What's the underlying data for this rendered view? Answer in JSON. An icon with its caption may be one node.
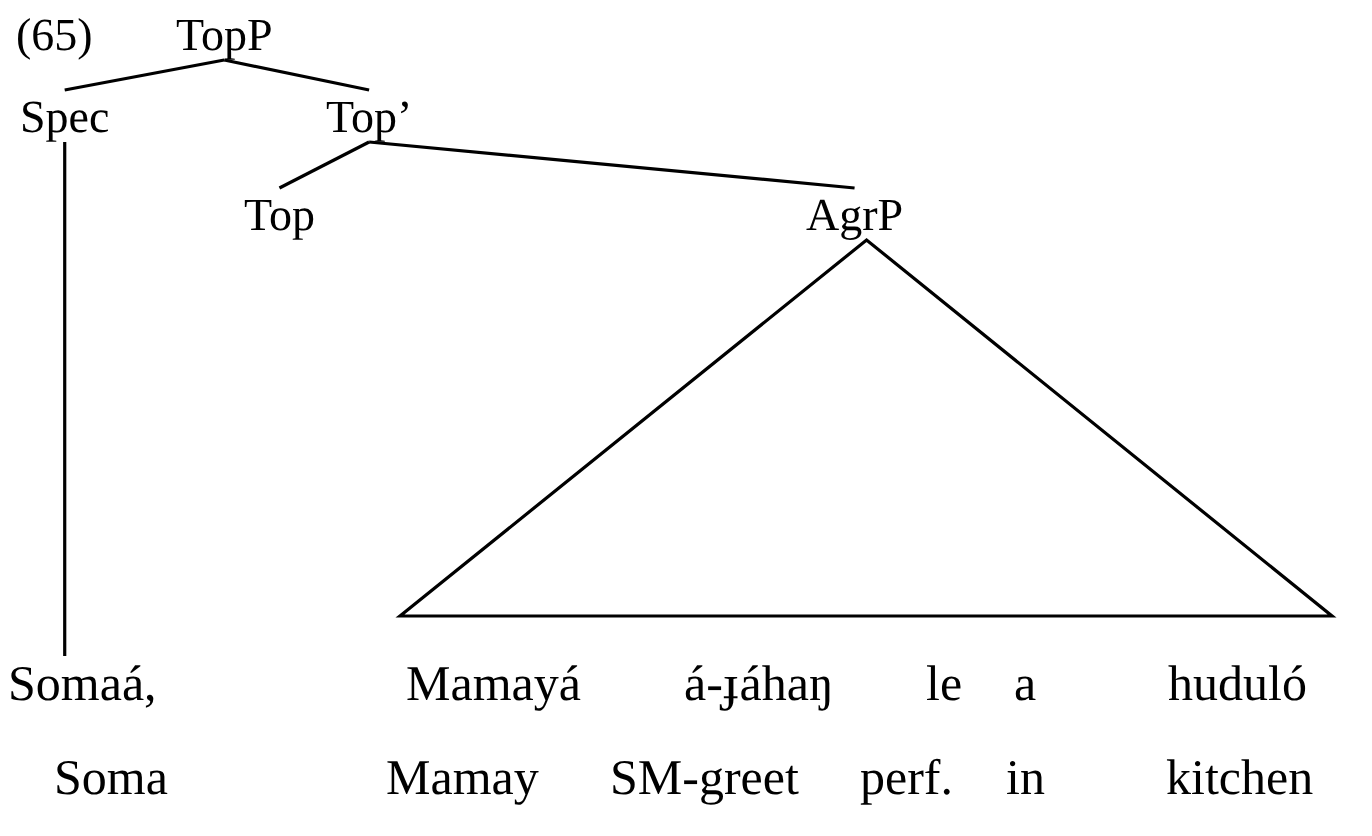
{
  "diagram": {
    "nodes": [
      {
        "text": [
          "TopP"
        ]
      },
      {
        "text": [
          "Spec"
        ]
      },
      {
        "text": [
          "Top’"
        ]
      },
      {
        "text": [
          "Top"
        ]
      },
      {
        "text": [
          "AgrP"
        ]
      },
      {
        "text": [
          "Somaá,"
        ]
      },
      {
        "text": [
          "Mamayá",
          "á-ɟáhaŋ",
          "le",
          "a",
          "huduló"
        ]
      }
    ],
    "edges": [
      {
        "from": 0,
        "to": 1,
        "arrow": "none"
      },
      {
        "from": 0,
        "to": 2,
        "arrow": "none"
      },
      {
        "from": 1,
        "to": 5,
        "arrow": "none"
      },
      {
        "from": 2,
        "to": 3,
        "arrow": "none"
      },
      {
        "from": 2,
        "to": 4,
        "arrow": "none"
      },
      {
        "from": 4,
        "to": 6,
        "arrow": "none"
      }
    ],
    "labels": [
      "(65)",
      "Soma",
      "Mamay",
      "SM-greet",
      "perf.",
      "in",
      "kitchen"
    ]
  }
}
